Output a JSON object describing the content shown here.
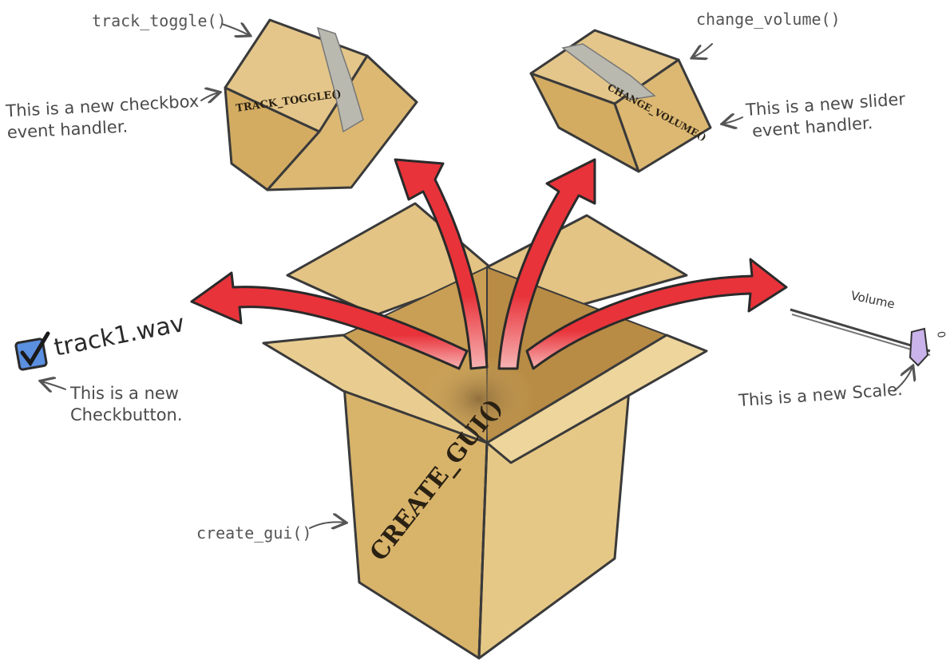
{
  "annotations": {
    "track_toggle_fn": "track_toggle()",
    "change_volume_fn": "change_volume()",
    "checkbox_handler": [
      "This is a new checkbox",
      "event handler."
    ],
    "slider_handler": [
      "This is a new slider",
      "event handler."
    ],
    "checkbutton_note": [
      "This is a new",
      "Checkbutton."
    ],
    "scale_note": "This is a new Scale.",
    "create_gui_fn": "create_gui()"
  },
  "box_labels": {
    "track_toggle": "TRACK_TOGGLE()",
    "change_volume": "CHANGE_VOLUME()",
    "create_gui": "CREATE_GUI()"
  },
  "widgets": {
    "checkbutton_label": "track1.wav",
    "checkbutton_checked": true,
    "scale_label": "Volume",
    "scale_value_text": "0"
  },
  "colors": {
    "box": "#d8b36a",
    "box_dark": "#b38a45",
    "arrow": "#e8333a",
    "ink": "#3a3a3a"
  }
}
